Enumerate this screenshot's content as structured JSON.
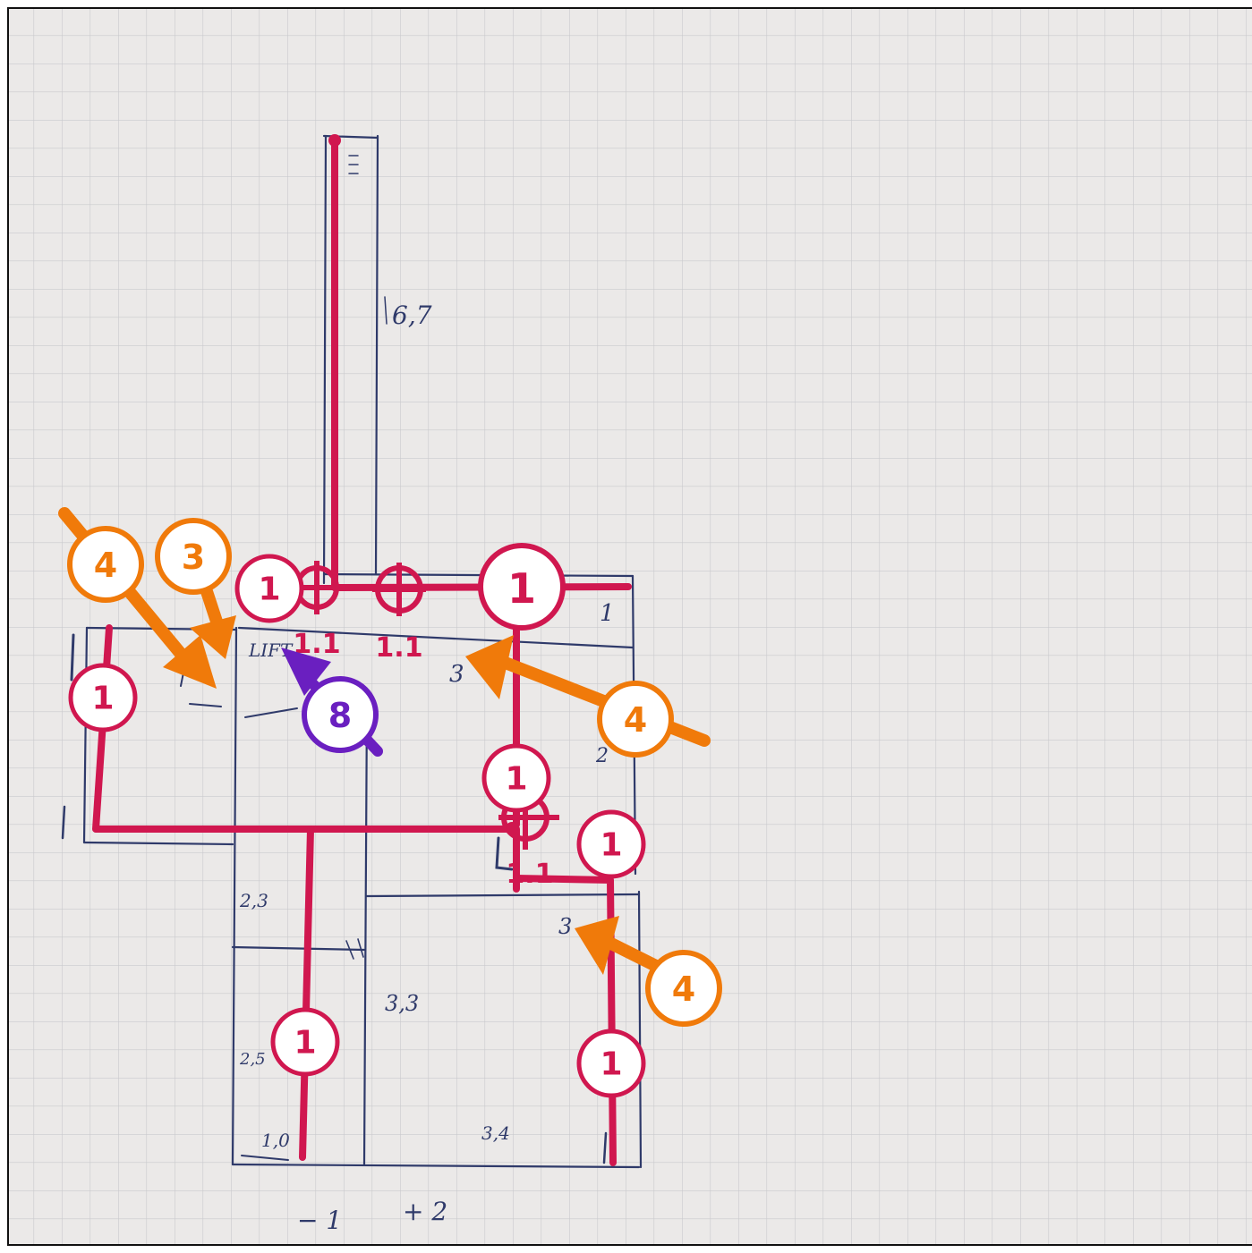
{
  "colors": {
    "paper": "#ebe9e8",
    "grid": "#c9c9cd",
    "pencil": "#2f3a6a",
    "route": "#d0174f",
    "orange": "#f07a0a",
    "purple": "#6a1fc0"
  },
  "sketch_labels": {
    "corridor_length": "6,7",
    "room_a": "3",
    "room_b": "3",
    "room_c": "3,3",
    "room_d": "3,4",
    "room_e": "2,3",
    "room_f": "2,5",
    "room_g": "1,0",
    "lift": "LIFT",
    "corner_top": "1",
    "left_mark": "1",
    "bottom_note_1": "− 1",
    "bottom_note_2": "+ 2",
    "small_right_mark": "2"
  },
  "badges": {
    "top_left_1": "1",
    "top_center_1": "1",
    "left_1": "1",
    "mid_1": "1",
    "right_1": "1",
    "bottom_left_1": "1",
    "bottom_right_1": "1",
    "orange_4_left": "4",
    "orange_3": "3",
    "orange_4_right": "4",
    "orange_4_bottom": "4",
    "purple_8": "8"
  },
  "dimension_labels": {
    "dim_1": "1.1",
    "dim_2": "1.1",
    "dim_3": "1.1"
  }
}
